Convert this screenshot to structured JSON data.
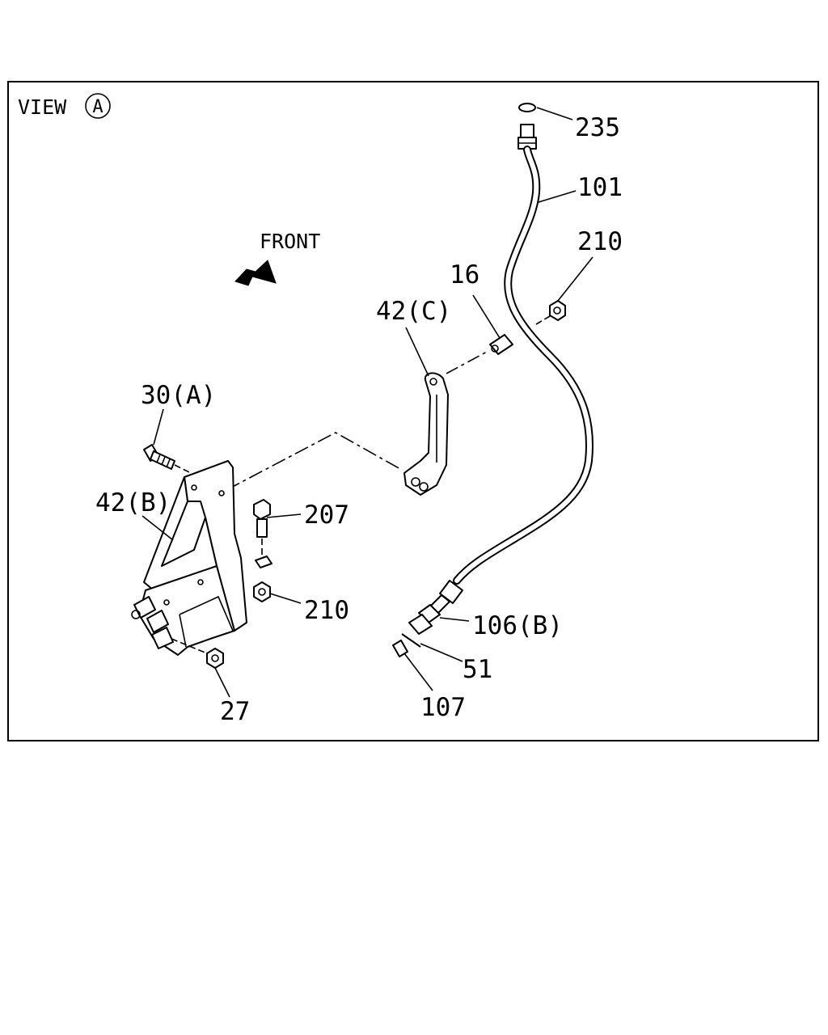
{
  "view": {
    "title": "VIEW",
    "mark": "A"
  },
  "direction": {
    "label": "FRONT"
  },
  "callouts": {
    "p235": "235",
    "p101": "101",
    "p210_top": "210",
    "p16": "16",
    "p42c": "42(C)",
    "p30a": "30(A)",
    "p42b": "42(B)",
    "p207": "207",
    "p210_mid": "210",
    "p106b": "106(B)",
    "p51": "51",
    "p107": "107",
    "p27": "27"
  }
}
